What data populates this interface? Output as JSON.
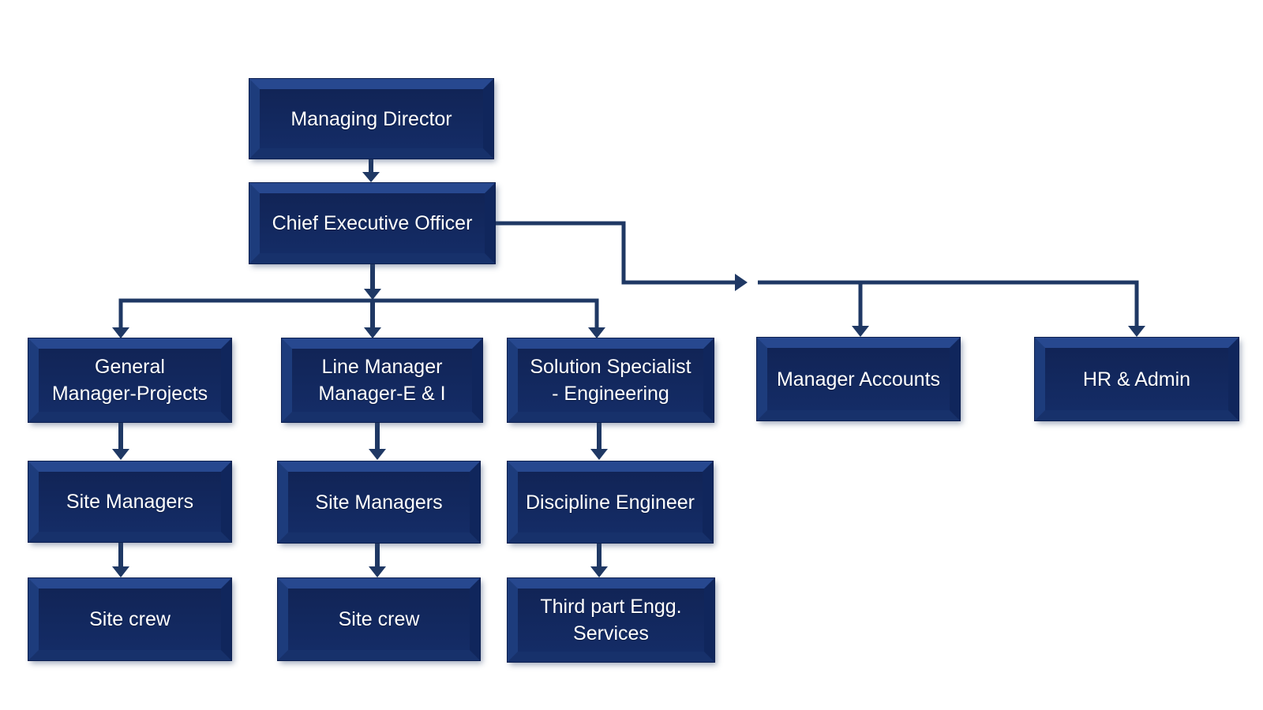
{
  "diagram": {
    "type": "organization-chart",
    "background_color": "#ffffff",
    "palette": {
      "box_fill": "#13295f",
      "box_bevel_highlight": "#27488f",
      "box_bevel_shadow": "#10265c",
      "box_text_color": "#ffffff",
      "connector_color": "#1f3864"
    }
  },
  "nodes": [
    {
      "id": "managing-director",
      "label": "Managing Director"
    },
    {
      "id": "ceo",
      "label": "Chief Executive Officer"
    },
    {
      "id": "gm-projects",
      "label": "General\nManager-Projects"
    },
    {
      "id": "line-manager-ei",
      "label": "Line Manager\nManager-E & I"
    },
    {
      "id": "solution-specialist",
      "label": "Solution Specialist\n- Engineering"
    },
    {
      "id": "manager-accounts",
      "label": "Manager Accounts"
    },
    {
      "id": "hr-admin",
      "label": "HR & Admin"
    },
    {
      "id": "site-managers-1",
      "label": "Site Managers"
    },
    {
      "id": "site-managers-2",
      "label": "Site Managers"
    },
    {
      "id": "discipline-engineer",
      "label": "Discipline Engineer"
    },
    {
      "id": "site-crew-1",
      "label": "Site crew"
    },
    {
      "id": "site-crew-2",
      "label": "Site crew"
    },
    {
      "id": "third-part-engg",
      "label": "Third part Engg.\nServices"
    }
  ],
  "edges": [
    {
      "from": "managing-director",
      "to": "ceo"
    },
    {
      "from": "ceo",
      "to": "gm-projects"
    },
    {
      "from": "ceo",
      "to": "line-manager-ei"
    },
    {
      "from": "ceo",
      "to": "solution-specialist"
    },
    {
      "from": "ceo",
      "to": "manager-accounts"
    },
    {
      "from": "ceo",
      "to": "hr-admin"
    },
    {
      "from": "gm-projects",
      "to": "site-managers-1"
    },
    {
      "from": "site-managers-1",
      "to": "site-crew-1"
    },
    {
      "from": "line-manager-ei",
      "to": "site-managers-2"
    },
    {
      "from": "site-managers-2",
      "to": "site-crew-2"
    },
    {
      "from": "solution-specialist",
      "to": "discipline-engineer"
    },
    {
      "from": "discipline-engineer",
      "to": "third-part-engg"
    }
  ]
}
